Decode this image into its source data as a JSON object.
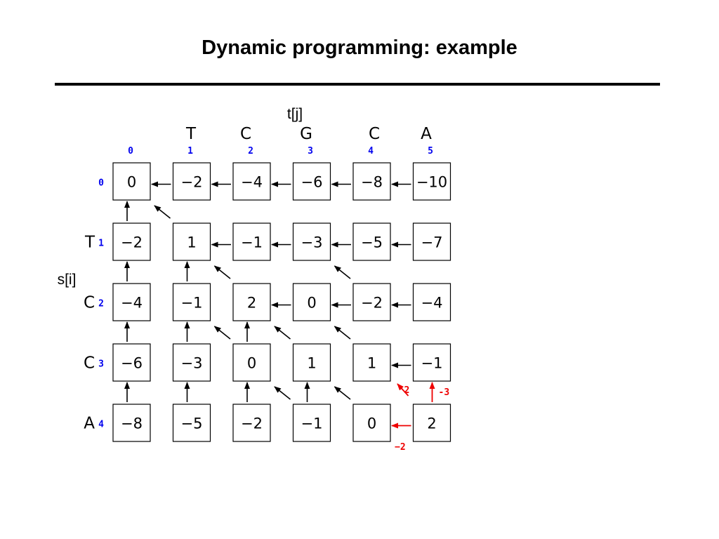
{
  "slide": {
    "title": "Dynamic programming: example"
  },
  "alignment": {
    "t_label": "t[j]",
    "s_label": "s[i]",
    "t_chars": [
      "T",
      "C",
      "G",
      "C",
      "A"
    ],
    "s_chars": [
      "T",
      "C",
      "C",
      "A"
    ],
    "col_indices": [
      "0",
      "1",
      "2",
      "3",
      "4",
      "5"
    ],
    "row_indices": [
      "0",
      "1",
      "2",
      "3",
      "4"
    ],
    "matrix": [
      [
        "0",
        "−2",
        "−4",
        "−6",
        "−8",
        "−10"
      ],
      [
        "−2",
        "1",
        "−1",
        "−3",
        "−5",
        "−7"
      ],
      [
        "−4",
        "−1",
        "2",
        "0",
        "−2",
        "−4"
      ],
      [
        "−6",
        "−3",
        "0",
        "1",
        "1",
        "−1"
      ],
      [
        "−8",
        "−5",
        "−2",
        "−1",
        "0",
        "2"
      ]
    ],
    "left_arrows": [
      [
        0,
        1
      ],
      [
        0,
        2
      ],
      [
        0,
        3
      ],
      [
        0,
        4
      ],
      [
        0,
        5
      ],
      [
        1,
        2
      ],
      [
        1,
        3
      ],
      [
        1,
        4
      ],
      [
        1,
        5
      ],
      [
        2,
        3
      ],
      [
        2,
        4
      ],
      [
        2,
        5
      ],
      [
        3,
        5
      ]
    ],
    "up_arrows": [
      [
        1,
        0
      ],
      [
        2,
        0
      ],
      [
        3,
        0
      ],
      [
        4,
        0
      ],
      [
        2,
        1
      ],
      [
        3,
        1
      ],
      [
        4,
        1
      ],
      [
        3,
        2
      ],
      [
        4,
        2
      ],
      [
        4,
        3
      ]
    ],
    "diag_arrows": [
      [
        1,
        1
      ],
      [
        2,
        2
      ],
      [
        2,
        4
      ],
      [
        3,
        2
      ],
      [
        3,
        3
      ],
      [
        3,
        4
      ],
      [
        4,
        3
      ],
      [
        4,
        4
      ]
    ],
    "final_cell": {
      "diag_score": "2",
      "up_score": "-3",
      "left_score": "−2"
    },
    "colors": {
      "index": "#0000ee",
      "highlight": "#ee0000",
      "line": "#000000"
    }
  }
}
